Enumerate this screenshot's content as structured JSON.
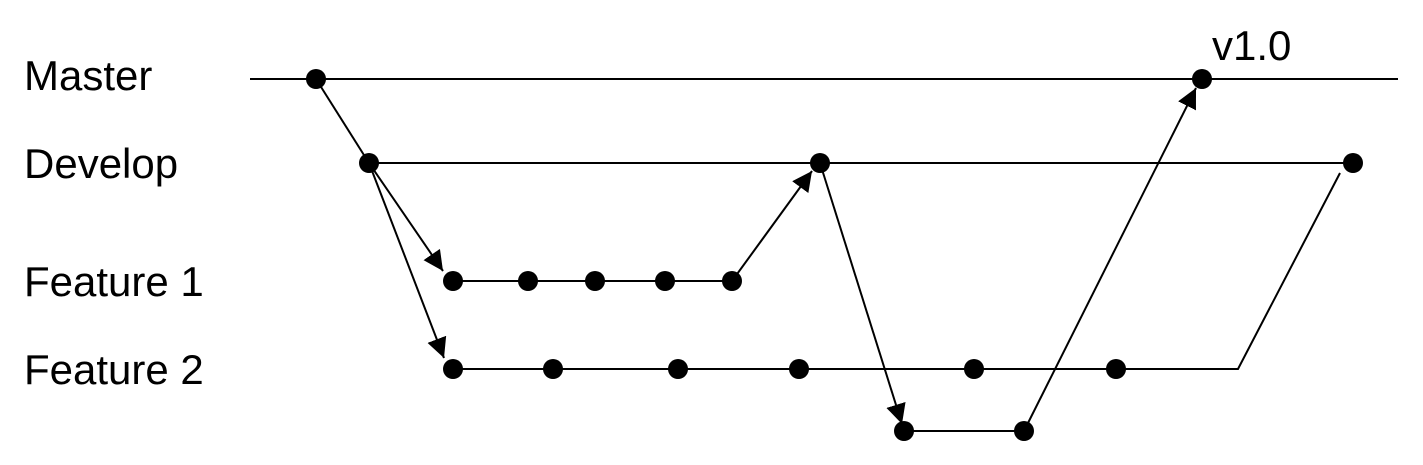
{
  "branches": [
    {
      "id": "master",
      "label": "Master"
    },
    {
      "id": "develop",
      "label": "Develop"
    },
    {
      "id": "feature1",
      "label": "Feature 1"
    },
    {
      "id": "feature2",
      "label": "Feature 2"
    }
  ],
  "tag": {
    "label": "v1.0"
  },
  "colors": {
    "line": "#000000",
    "commit": "#000000",
    "background": "#ffffff"
  }
}
